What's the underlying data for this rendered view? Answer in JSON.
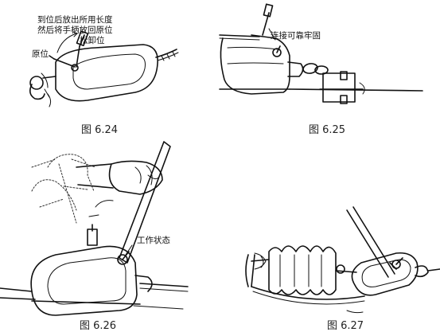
{
  "figures": [
    {
      "id": "6.24",
      "caption": "图 6.24",
      "annotations": {
        "line1": "到位后放出所用长度",
        "line2": "然后将手柄放回原位",
        "release_position": "松卸位",
        "original_position": "原位"
      }
    },
    {
      "id": "6.25",
      "caption": "图 6.25",
      "annotations": {
        "connection": "连接可靠牢固"
      }
    },
    {
      "id": "6.26",
      "caption": "图 6.26",
      "annotations": {
        "working_state": "工作状态"
      }
    },
    {
      "id": "6.27",
      "caption": "图 6.27",
      "annotations": {}
    }
  ]
}
